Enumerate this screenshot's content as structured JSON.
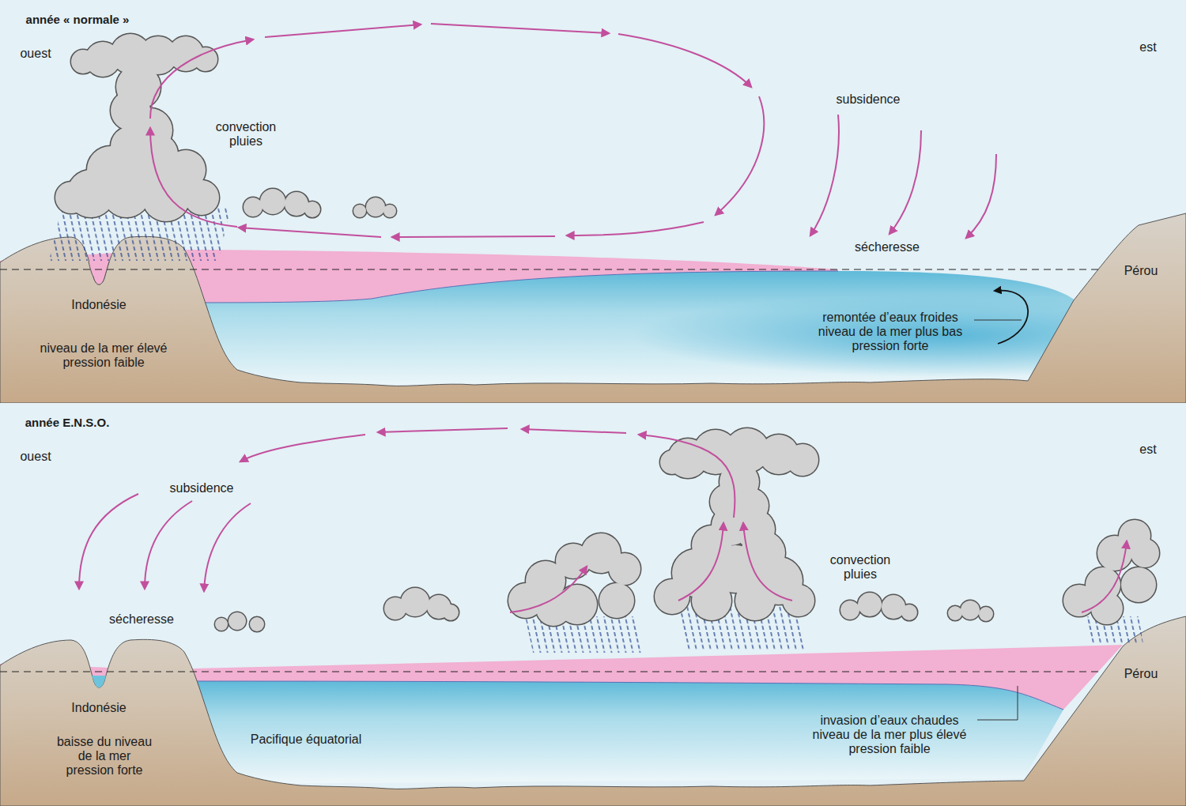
{
  "diagram": {
    "labels": [
      "année « normale »",
      "ouest",
      "est",
      "convection pluies",
      "subsidence",
      "sécheresse",
      "Pérou",
      "Indonésie",
      "niveau de la mer élevé pression faible",
      "remontée d’eaux froides niveau de la mer plus bas pression forte",
      "année E.N.S.O.",
      "ouest",
      "est",
      "subsidence",
      "sécheresse",
      "convection pluies",
      "Pérou",
      "Indonésie",
      "baisse du niveau de la mer pression forte",
      "Pacifique équatorial",
      "invasion d’eaux chaudes niveau de la mer plus élevé pression faible"
    ]
  }
}
